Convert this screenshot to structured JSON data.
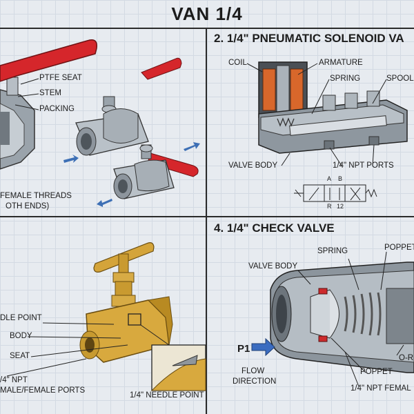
{
  "title": "VAN 1/4",
  "sections": {
    "ball_valve": {
      "labels": {
        "ptfe_seat": "PTFE SEAT",
        "stem": "STEM",
        "packing": "PACKING",
        "threads_line1": "FEMALE THREADS",
        "threads_line2": "OTH ENDS)"
      }
    },
    "solenoid": {
      "title": "2. 1/4\" PNEUMATIC SOLENOID VA",
      "labels": {
        "coil": "COIL",
        "armature": "ARMATURE",
        "spring": "SPRING",
        "spool": "SPOOL",
        "valve_body": "VALVE BODY",
        "npt_ports": "1/4\" NPT PORTS",
        "port_a": "A",
        "port_b": "B",
        "port_r": "R",
        "port_num": "12"
      }
    },
    "needle_valve": {
      "labels": {
        "needle_point": "DLE POINT",
        "body": "BODY",
        "seat": "SEAT",
        "npt_line1": "/4\" NPT",
        "npt_line2": "MALE/FEMALE PORTS",
        "needle_detail": "1/4\" NEEDLE POINT"
      }
    },
    "check_valve": {
      "title": "4. 1/4\" CHECK VALVE",
      "labels": {
        "spring": "SPRING",
        "poppet_top": "POPPET",
        "valve_body": "VALVE BODY",
        "p1": "P1",
        "flow_line1": "FLOW",
        "flow_line2": "DIRECTION",
        "poppet_bottom": "POPPET",
        "oring": "O-R",
        "npt_female": "1/4\" NPT FEMAL"
      }
    }
  }
}
